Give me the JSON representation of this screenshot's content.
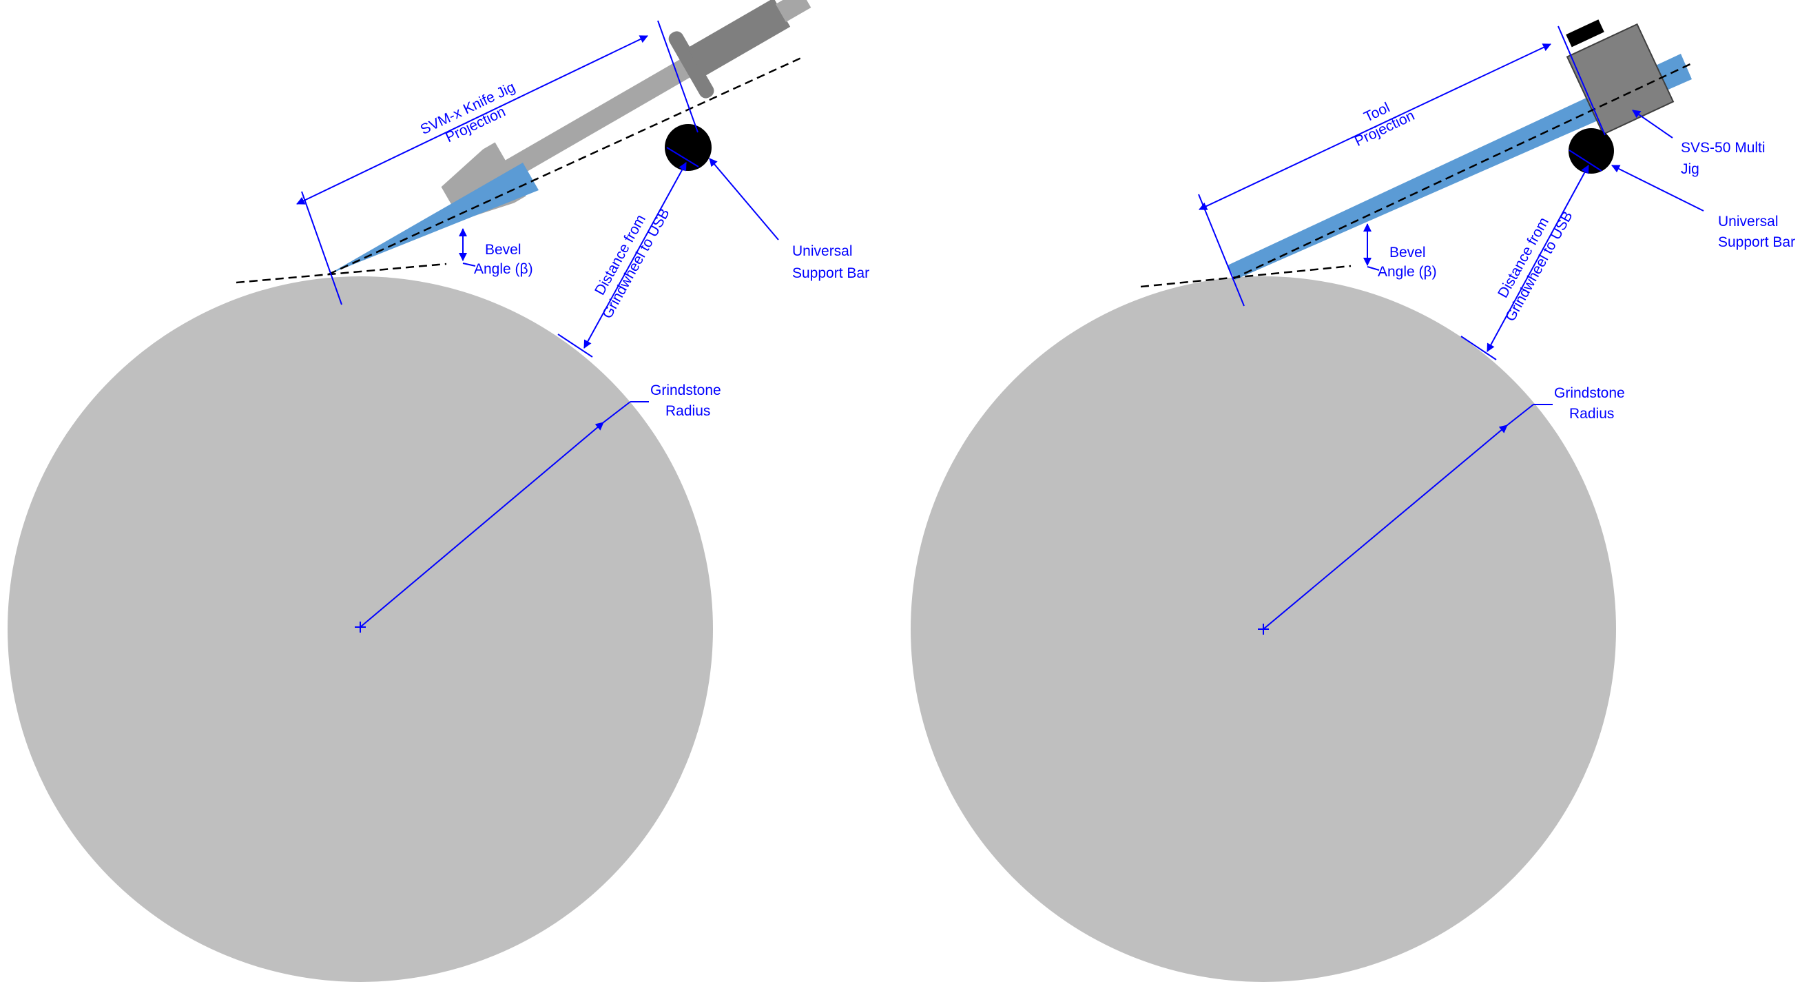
{
  "colors": {
    "annotation": "#0000ff",
    "wheel": "#bfbfbf",
    "blade": "#5b9bd5",
    "jig_light": "#a6a6a6",
    "jig_dark": "#7f7f7f",
    "support_bar": "#000000",
    "guide_line": "#000000"
  },
  "left": {
    "projection_label": [
      "SVM-x Knife Jig",
      "Projection"
    ],
    "bevel_label": [
      "Bevel",
      "Angle (β)"
    ],
    "distance_label": [
      "Distance from",
      "Grindwheel to USB"
    ],
    "support_label": [
      "Universal",
      "Support Bar"
    ],
    "radius_label": [
      "Grindstone",
      "Radius"
    ]
  },
  "right": {
    "projection_label": [
      "Tool",
      "Projection"
    ],
    "bevel_label": [
      "Bevel",
      "Angle (β)"
    ],
    "distance_label": [
      "Distance from",
      "Grindwheel to USB"
    ],
    "jig_label": [
      "SVS-50 Multi",
      "Jig"
    ],
    "support_label": [
      "Universal",
      "Support Bar"
    ],
    "radius_label": [
      "Grindstone",
      "Radius"
    ]
  }
}
